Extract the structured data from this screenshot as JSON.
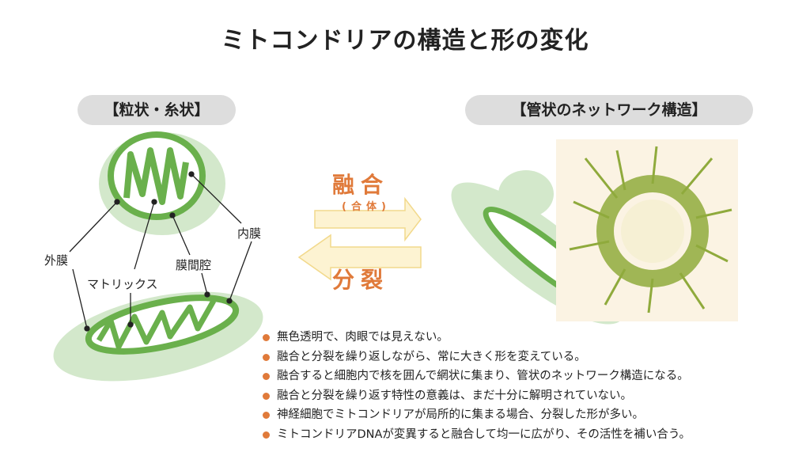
{
  "title": "ミトコンドリアの構造と形の変化",
  "left_heading": "【粒状・糸状】",
  "right_heading": "【管状のネットワーク構造】",
  "labels": {
    "outer": "外膜",
    "inner": "内膜",
    "intermembrane": "膜間腔",
    "matrix": "マトリックス"
  },
  "fusion": "融合",
  "fusion_sub": "(合体)",
  "fission": "分裂",
  "colors": {
    "accent": "#e07a3a",
    "membrane": "#6ab04c",
    "pale": "#cfe6c6"
  },
  "bullets": [
    "無色透明で、肉眼では見えない。",
    "融合と分裂を繰り返しながら、常に大きく形を変えている。",
    "融合すると細胞内で核を囲んで網状に集まり、管状のネットワーク構造になる。",
    "融合と分裂を繰り返す特性の意義は、まだ十分に解明されていない。",
    "神経細胞でミトコンドリアが局所的に集まる場合、分裂した形が多い。",
    "ミトコンドリアDNAが変異すると融合して均一に広がり、その活性を補い合う。"
  ]
}
